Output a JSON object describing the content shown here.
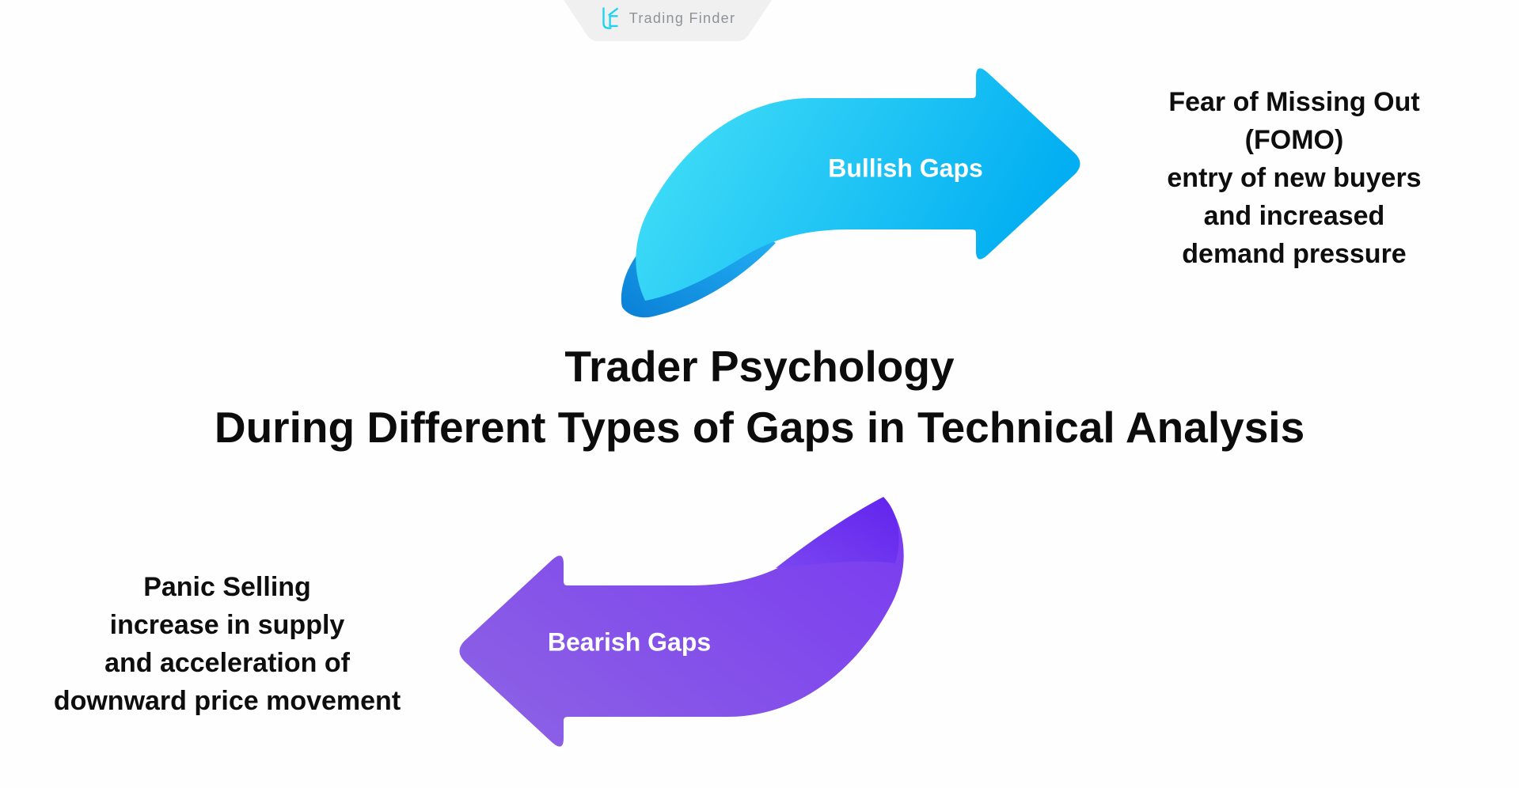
{
  "logo": {
    "brand_name": "Trading Finder",
    "badge_color": "#f0f0f1",
    "icon_color": "#1fd2ef",
    "text_color": "#8e9298"
  },
  "title": {
    "line1": "Trader Psychology",
    "line2": "During Different Types of Gaps in Technical Analysis",
    "color": "#0c0c0c"
  },
  "bullish_gap": {
    "label": "Bullish Gaps",
    "label_color": "#ffffff",
    "arrow_direction": "right",
    "colors": {
      "body_start": "#49e3f8",
      "body_end": "#03aff2",
      "fold_start": "#25b3f6",
      "fold_end": "#0a7fd6"
    },
    "psychology": {
      "lines": [
        "Fear of Missing Out",
        "(FOMO)",
        "entry of new buyers",
        "and increased",
        "demand pressure"
      ]
    }
  },
  "bearish_gap": {
    "label": "Bearish Gaps",
    "label_color": "#ffffff",
    "arrow_direction": "left",
    "colors": {
      "body_start": "#8b5fe5",
      "body_end": "#7a3bf0",
      "fold_start": "#7a46f0",
      "fold_end": "#6223ee"
    },
    "psychology": {
      "lines": [
        "Panic Selling",
        "increase in supply",
        "and acceleration of",
        "downward price movement"
      ]
    }
  }
}
